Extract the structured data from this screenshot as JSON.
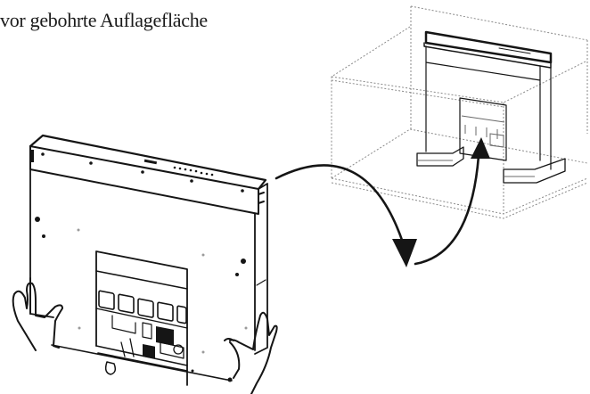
{
  "document": {
    "caption": "vor gebohrte Auflagefläche"
  },
  "illustration": {
    "left_figure": "hands-holding-monitor-back",
    "right_figure": "monitor-mounted-in-cabinet-cutout",
    "arrows": [
      "curved-arrow-down",
      "curved-arrow-up"
    ],
    "line_color": "#151515",
    "guide_color": "#8a8a8a"
  }
}
